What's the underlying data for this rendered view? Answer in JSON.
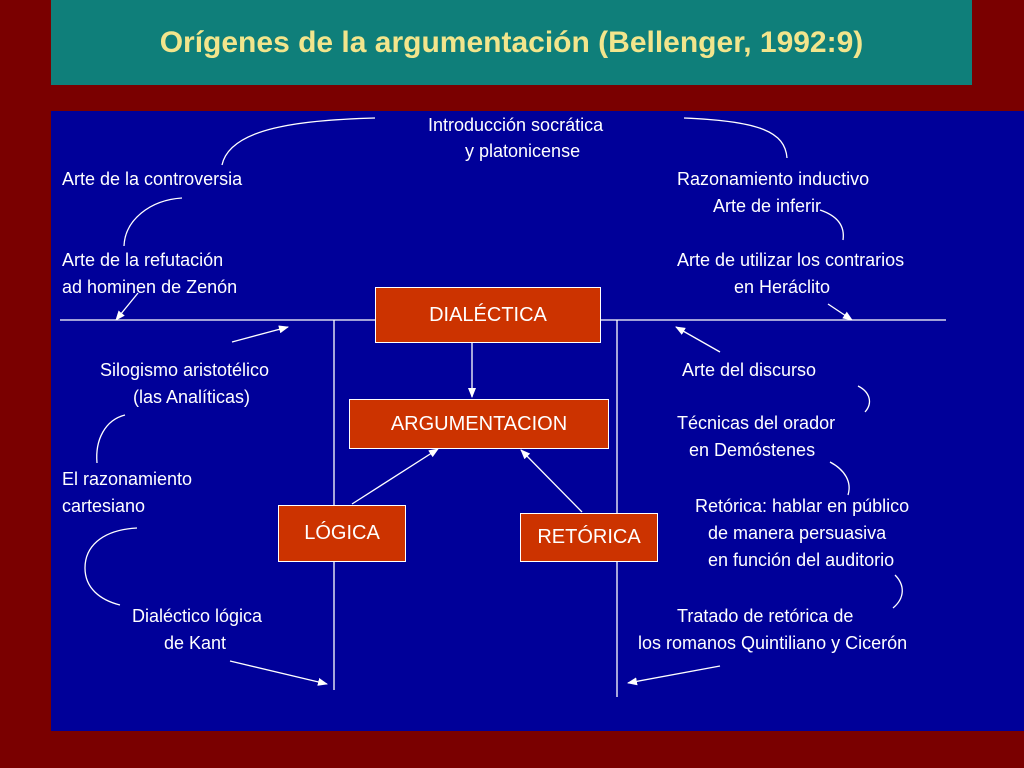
{
  "title": "Orígenes de la argumentación (Bellenger, 1992:9)",
  "colors": {
    "background": "#7a0000",
    "title_bar": "#0f7f7a",
    "title_text": "#f2e58c",
    "panel": "#000099",
    "box": "#cc3300",
    "text": "#ffffff"
  },
  "boxes": {
    "dialectica": "DIALÉCTICA",
    "argumentacion": "ARGUMENTACION",
    "logica": "LÓGICA",
    "retorica": "RETÓRICA"
  },
  "left_items": {
    "controversia": "Arte de la controversia",
    "refutacion_1": "Arte de la refutación",
    "refutacion_2": "ad hominen de Zenón",
    "silogismo_1": "Silogismo aristotélico",
    "silogismo_2": "(las Analíticas)",
    "cartesiano_1": "El razonamiento",
    "cartesiano_2": "cartesiano",
    "kant_1": "Dialéctico lógica",
    "kant_2": "de Kant"
  },
  "top_item": {
    "line_1": "Introducción socrática",
    "line_2": "y platonicense"
  },
  "right_items": {
    "inductivo_1": "Razonamiento inductivo",
    "inductivo_2": "Arte de inferir",
    "contrarios_1": "Arte de utilizar los contrarios",
    "contrarios_2": "en Heráclito",
    "discurso": "Arte del discurso",
    "orador_1": "Técnicas del orador",
    "orador_2": "en Demóstenes",
    "publico_1": "Retórica: hablar en público",
    "publico_2": "de manera persuasiva",
    "publico_3": "en función del auditorio",
    "tratado_1": "Tratado de retórica de",
    "tratado_2": "los romanos Quintiliano y Cicerón"
  }
}
